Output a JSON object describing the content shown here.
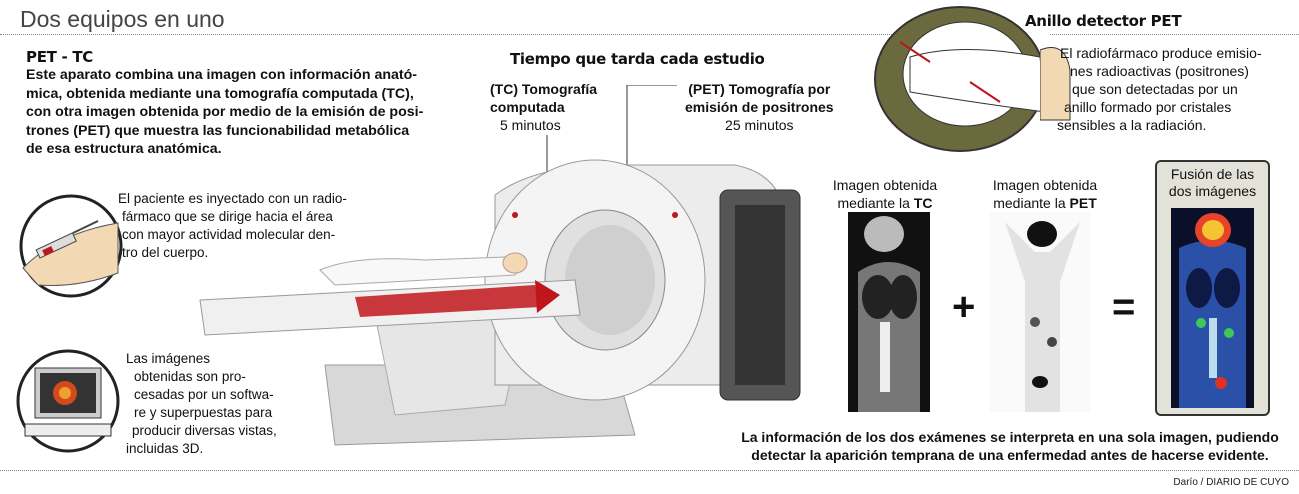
{
  "title": "Dos equipos en uno",
  "intro": {
    "heading": "PET - TC",
    "lines": [
      "Este aparato combina una imagen con información anató-",
      "mica, obtenida mediante una tomografía computada (TC),",
      "con otra imagen obtenida por medio de la emisión de posi-",
      "trones (PET) que muestra las funcionabilidad metabólica",
      "de esa estructura anatómica."
    ]
  },
  "injection": {
    "lines": [
      "El paciente es inyectado con un radio-",
      "fármaco que se dirige hacia el área",
      "con mayor actividad molecular den-",
      "tro del cuerpo."
    ]
  },
  "software": {
    "lines": [
      "Las imágenes",
      "obtenidas son pro-",
      "cesadas por un softwa-",
      "re y superpuestas para",
      "producir diversas vistas,",
      "incluidas 3D."
    ]
  },
  "timing": {
    "heading": "Tiempo que tarda cada estudio",
    "tc": {
      "line1": "(TC) Tomografía",
      "line2": "computada",
      "time": "5 minutos"
    },
    "pet": {
      "line1": "(PET) Tomografía por",
      "line2": "emisión de positrones",
      "time": "25 minutos"
    }
  },
  "ring": {
    "heading": "Anillo detector PET",
    "lines": [
      "El radiofármaco produce emisio-",
      "nes radioactivas (positrones)",
      "que son detectadas por un",
      "anillo formado por cristales",
      "sensibles a la radiación."
    ]
  },
  "images": {
    "tc": {
      "line1": "Imagen obtenida",
      "line2_prefix": "mediante la ",
      "line2_bold": "TC"
    },
    "pet": {
      "line1": "Imagen obtenida",
      "line2_prefix": "mediante la ",
      "line2_bold": "PET"
    },
    "fusion": {
      "line1": "Fusión de las",
      "line2": "dos imágenes"
    },
    "plus": "+",
    "equals": "="
  },
  "caption": {
    "line1": "La información de los dos exámenes se interpreta en una sola imagen, pudiendo",
    "line2": "detectar la aparición temprana de una enfermedad antes de hacerse evidente."
  },
  "credit": "Darío / DIARIO DE CUYO",
  "colors": {
    "arrow": "#c0161b",
    "ring": "#6b6a3f",
    "skin": "#f2d9b3"
  }
}
